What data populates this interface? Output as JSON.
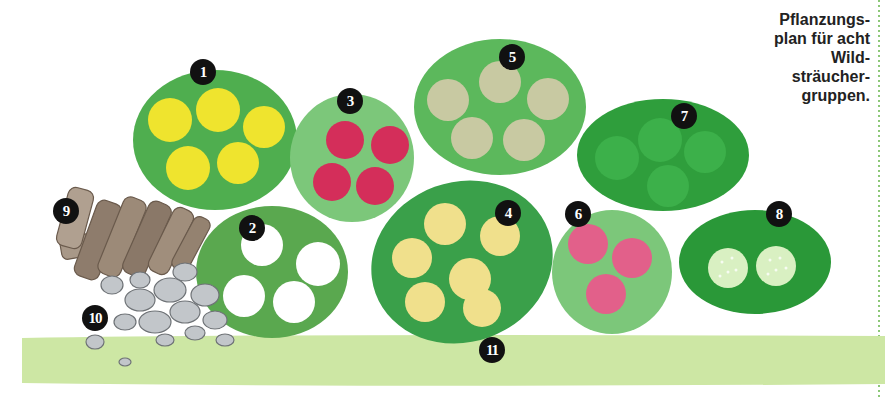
{
  "diagram": {
    "title": "Pflanzungs- plan für acht Wild- sträucher- gruppen.",
    "labels": [
      "1",
      "2",
      "3",
      "4",
      "5",
      "6",
      "7",
      "8",
      "9",
      "10",
      "11"
    ]
  }
}
